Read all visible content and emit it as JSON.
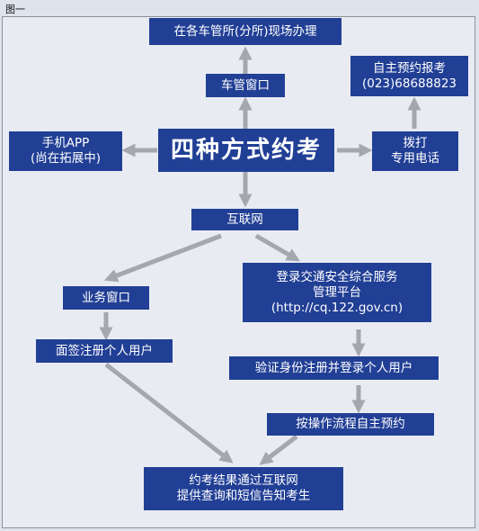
{
  "figure_label": "图一",
  "nodes": {
    "center": "四种方式约考",
    "onsite": "在各车管所(分所)现场办理",
    "vehicle_office_window": "车管窗口",
    "self_booking_line1": "自主预约报考",
    "self_booking_line2": "(023)68688823",
    "mobile_app_line1": "手机APP",
    "mobile_app_line2": "(尚在拓展中)",
    "hotline_line1": "拨打",
    "hotline_line2": "专用电话",
    "internet": "互联网",
    "business_window": "业务窗口",
    "face_sign_register": "面签注册个人用户",
    "platform_line1": "登录交通安全综合服务",
    "platform_line2": "管理平台",
    "platform_line3": "(http://cq.122.gov.cn)",
    "verify_register": "验证身份注册并登录个人用户",
    "follow_process": "按操作流程自主预约",
    "result_line1": "约考结果通过互联网",
    "result_line2": "提供查询和短信告知考生"
  },
  "colors": {
    "box": "#213f95",
    "box_text": "#ffffff",
    "arrow": "#a4a7ad",
    "background": "#e8ecf2"
  }
}
